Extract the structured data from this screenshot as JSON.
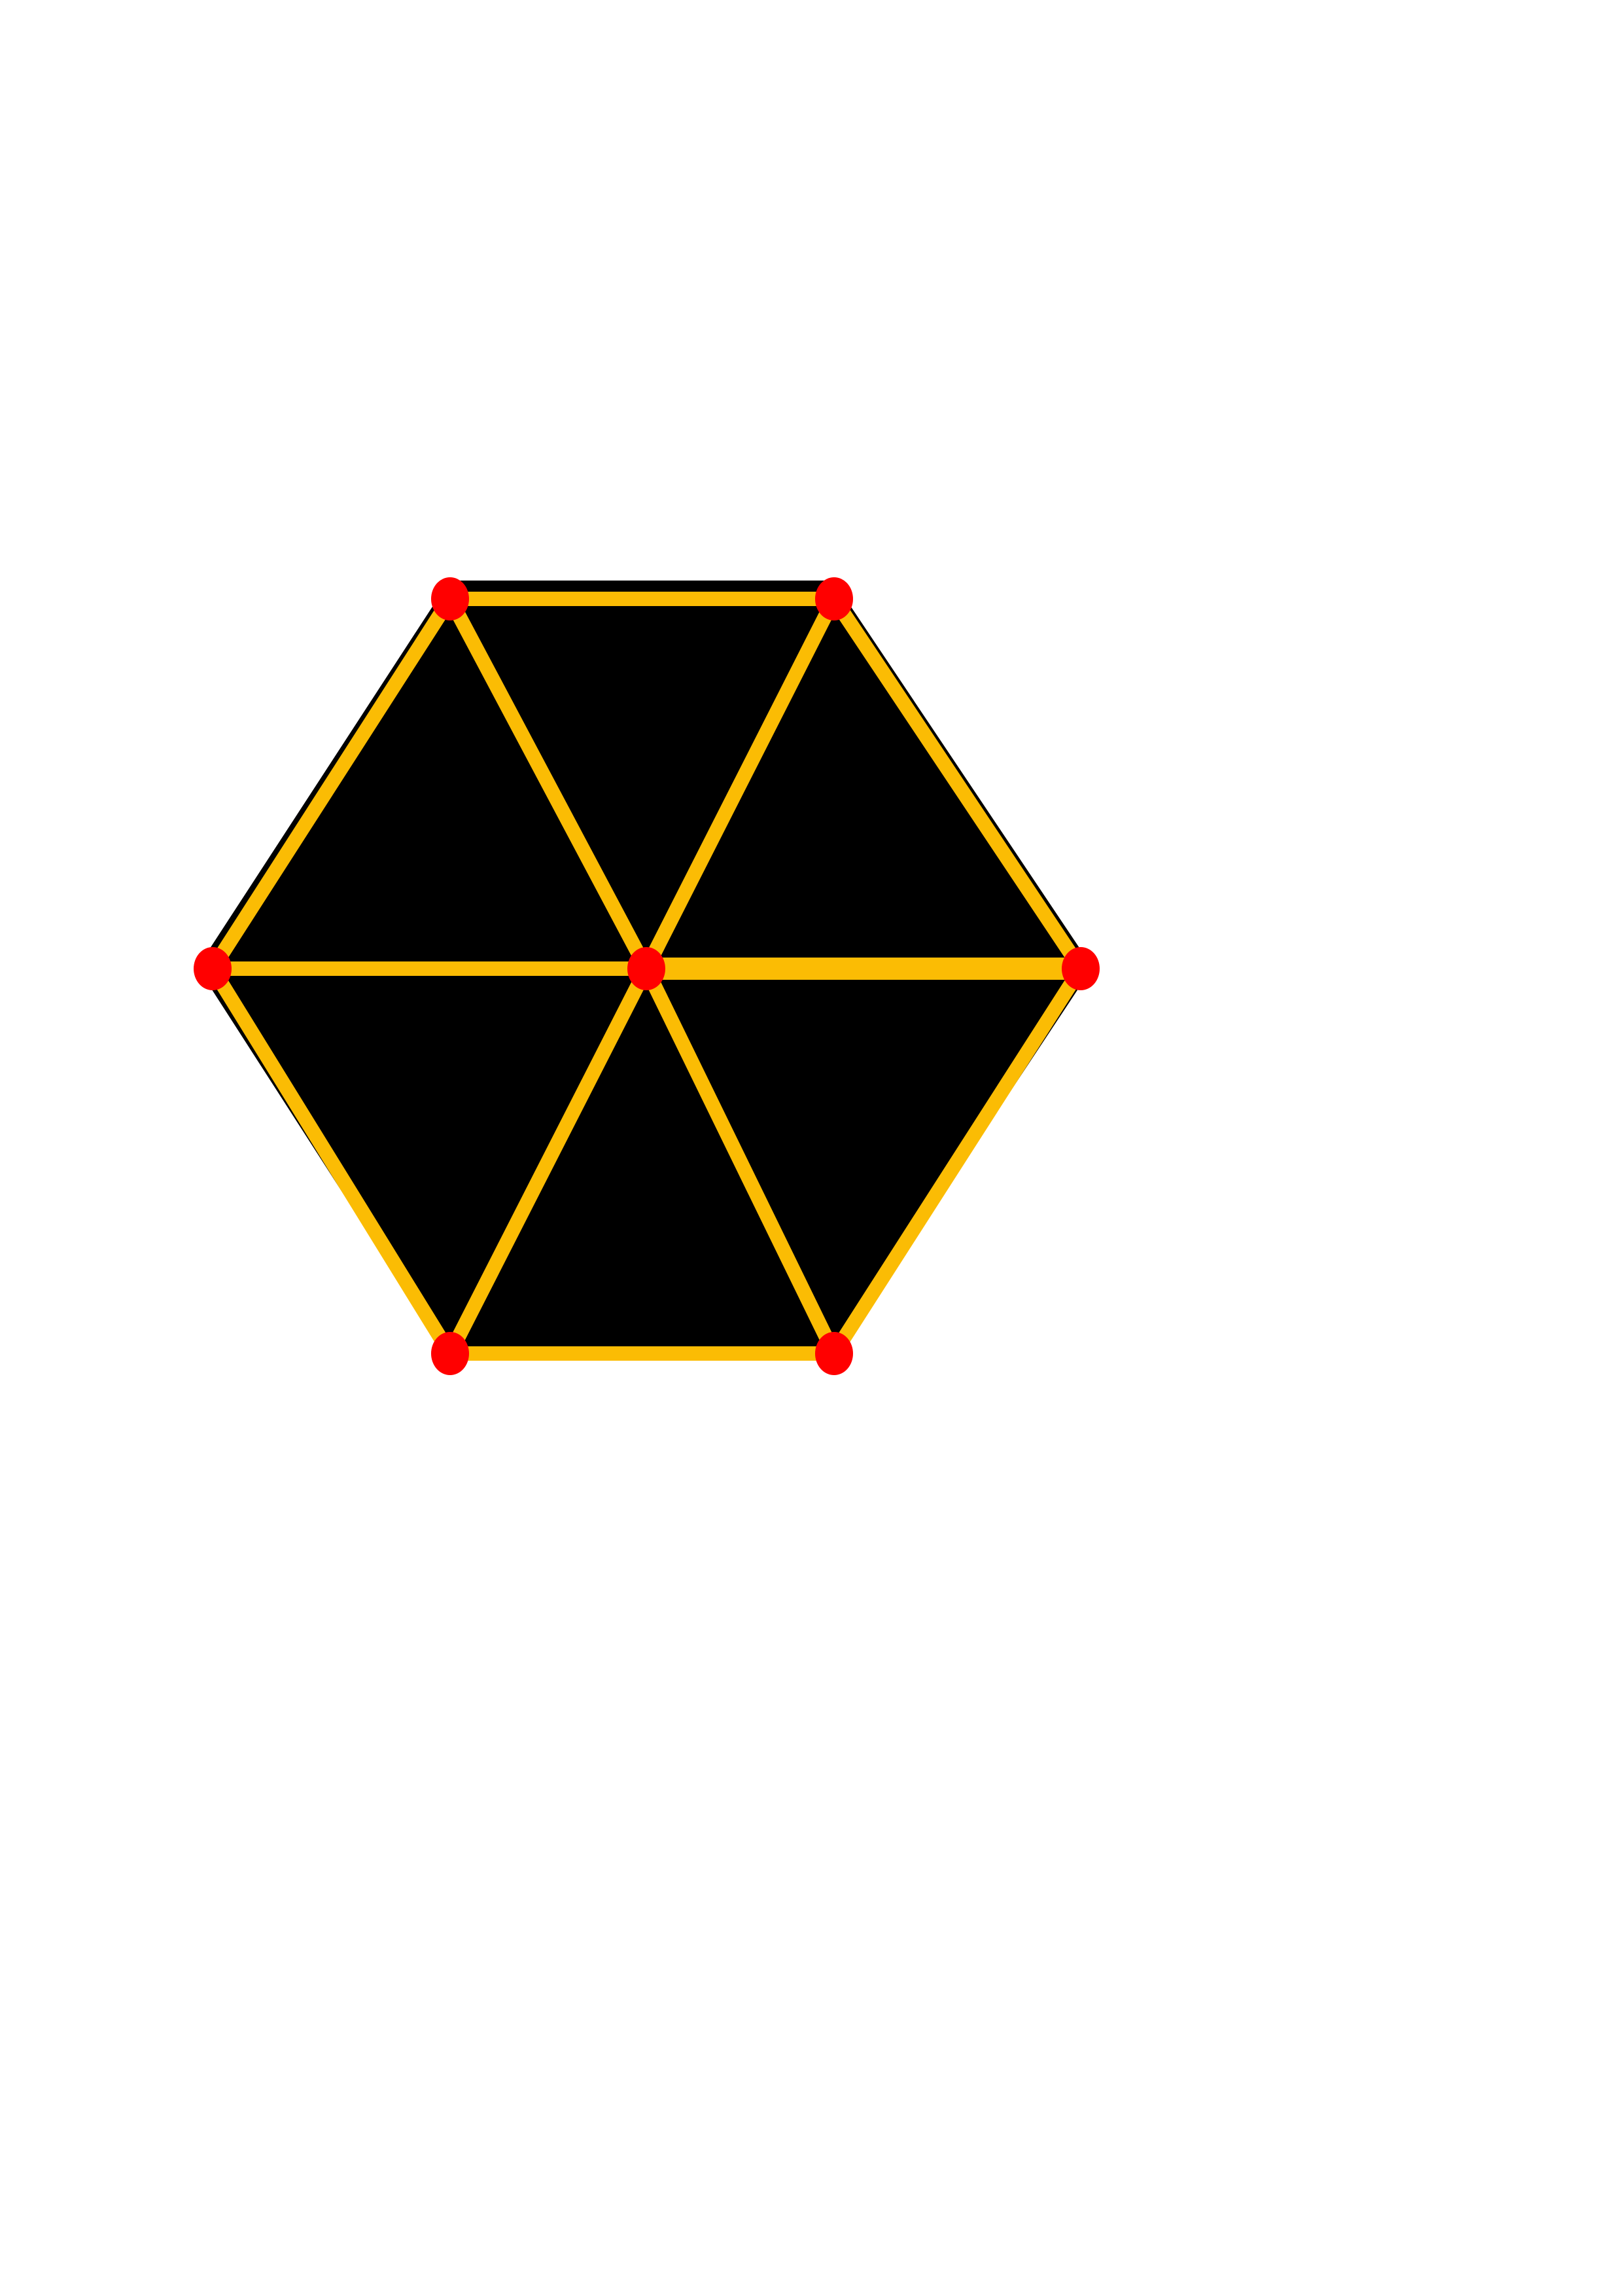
{
  "diagram": {
    "colors": {
      "background": "#ffffff",
      "fill": "#000000",
      "edge": "#fbbc04",
      "node": "#ff0000"
    },
    "nodes": [
      {
        "id": "top-left"
      },
      {
        "id": "top-right"
      },
      {
        "id": "left"
      },
      {
        "id": "center"
      },
      {
        "id": "right"
      },
      {
        "id": "bottom-left"
      },
      {
        "id": "bottom-right"
      }
    ],
    "edges": [
      [
        "top-left",
        "top-right"
      ],
      [
        "top-left",
        "left"
      ],
      [
        "top-left",
        "center"
      ],
      [
        "top-right",
        "center"
      ],
      [
        "top-right",
        "right"
      ],
      [
        "left",
        "center"
      ],
      [
        "center",
        "right"
      ],
      [
        "left",
        "bottom-left"
      ],
      [
        "center",
        "bottom-left"
      ],
      [
        "center",
        "bottom-right"
      ],
      [
        "right",
        "bottom-right"
      ],
      [
        "bottom-left",
        "bottom-right"
      ]
    ]
  }
}
